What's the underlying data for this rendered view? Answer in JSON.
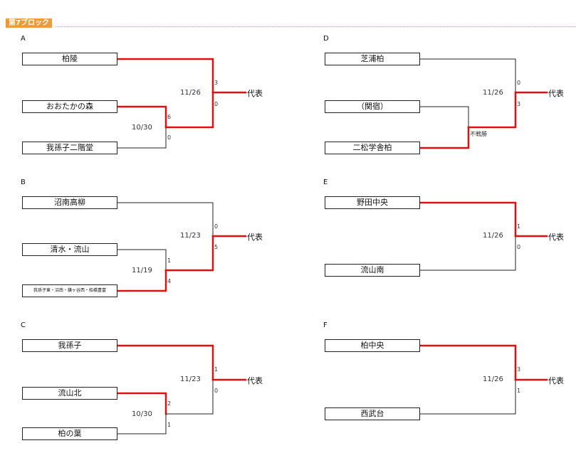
{
  "header": {
    "title": "第7ブロック"
  },
  "winner_label": "代表",
  "blocks": {
    "A": {
      "label": "A",
      "teams": [
        "柏陵",
        "おおたかの森",
        "我孫子二階堂"
      ],
      "semi_date": "10/30",
      "semi_scores": [
        "6",
        "0"
      ],
      "final_date": "11/26",
      "final_scores": [
        "3",
        "0"
      ]
    },
    "B": {
      "label": "B",
      "teams": [
        "沼南高柳",
        "清水・流山",
        "我孫子東・沼南・鎌ヶ谷西・船橋豊富"
      ],
      "semi_date": "11/19",
      "semi_scores": [
        "1",
        "4"
      ],
      "final_date": "11/23",
      "final_scores": [
        "0",
        "5"
      ]
    },
    "C": {
      "label": "C",
      "teams": [
        "我孫子",
        "流山北",
        "柏の葉"
      ],
      "semi_date": "10/30",
      "semi_scores": [
        "2",
        "1"
      ],
      "final_date": "11/23",
      "final_scores": [
        "1",
        "0"
      ]
    },
    "D": {
      "label": "D",
      "teams": [
        "芝浦柏",
        "（関宿）",
        "二松学舎柏"
      ],
      "semi_note": "不戦勝",
      "final_date": "11/26",
      "final_scores": [
        "0",
        "3"
      ]
    },
    "E": {
      "label": "E",
      "teams": [
        "野田中央",
        "流山南"
      ],
      "final_date": "11/26",
      "final_scores": [
        "1",
        "0"
      ]
    },
    "F": {
      "label": "F",
      "teams": [
        "柏中央",
        "西武台"
      ],
      "final_date": "11/26",
      "final_scores": [
        "3",
        "1"
      ]
    }
  },
  "colors": {
    "winner_line": "#e01010",
    "line": "#222222",
    "tag": "#f09a3a"
  }
}
